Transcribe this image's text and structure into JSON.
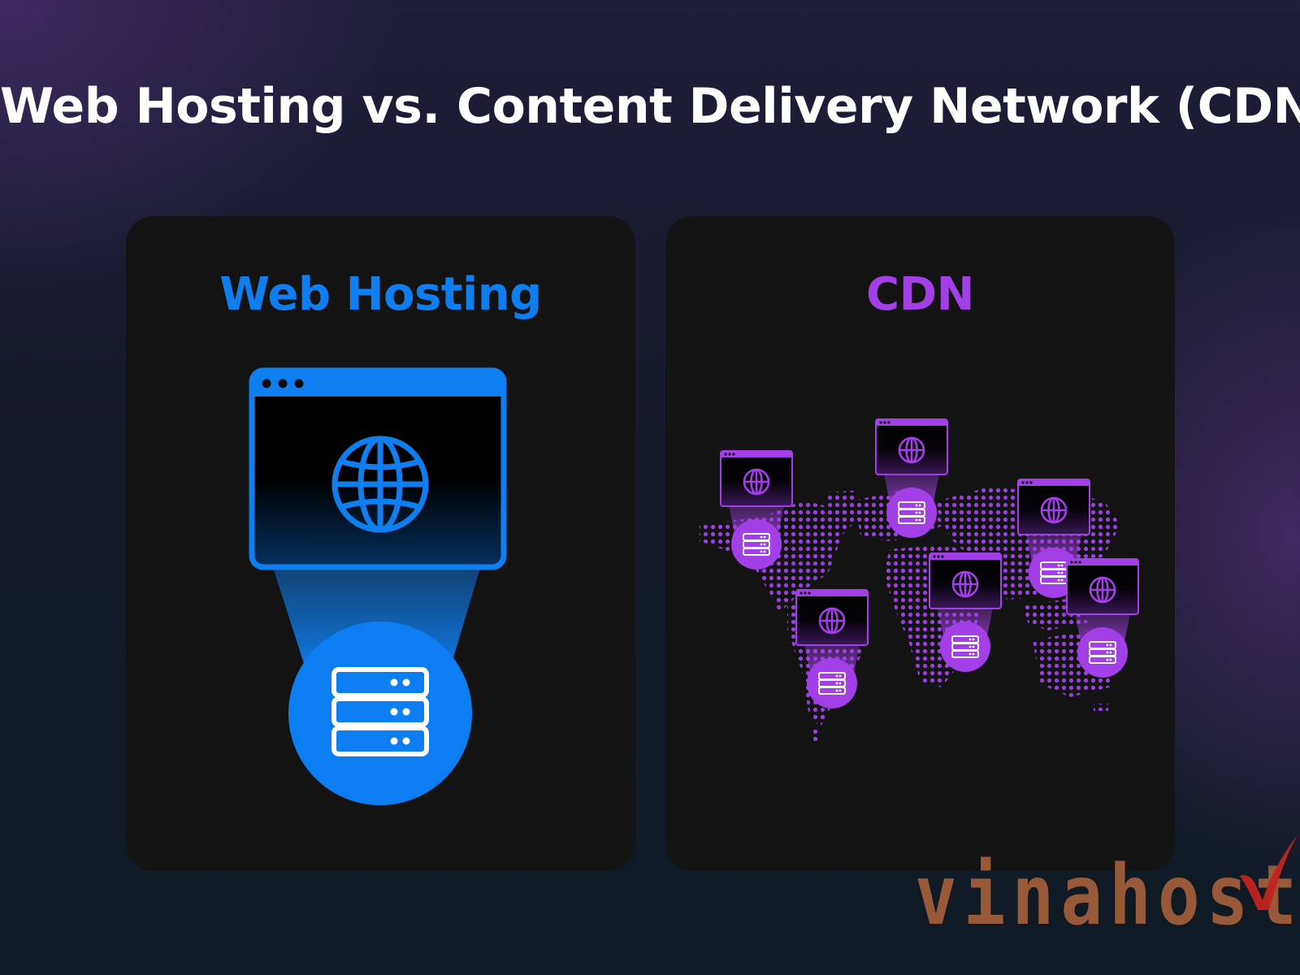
{
  "header": {
    "title": "Web Hosting vs. Content Delivery Network (CDN)"
  },
  "web_hosting_panel": {
    "title": "Web Hosting",
    "accent_color": "#0f7ff0",
    "icons": [
      "browser-window-icon",
      "globe-icon",
      "server-icon"
    ]
  },
  "cdn_panel": {
    "title": "CDN",
    "accent_color": "#a23fe6",
    "icons": [
      "world-map-dots",
      "browser-window-icon",
      "globe-icon",
      "server-icon"
    ],
    "node_count": 6
  },
  "watermark": {
    "text": "vinahost.",
    "color": "#a45f3a",
    "check_color": "#c0241f"
  }
}
